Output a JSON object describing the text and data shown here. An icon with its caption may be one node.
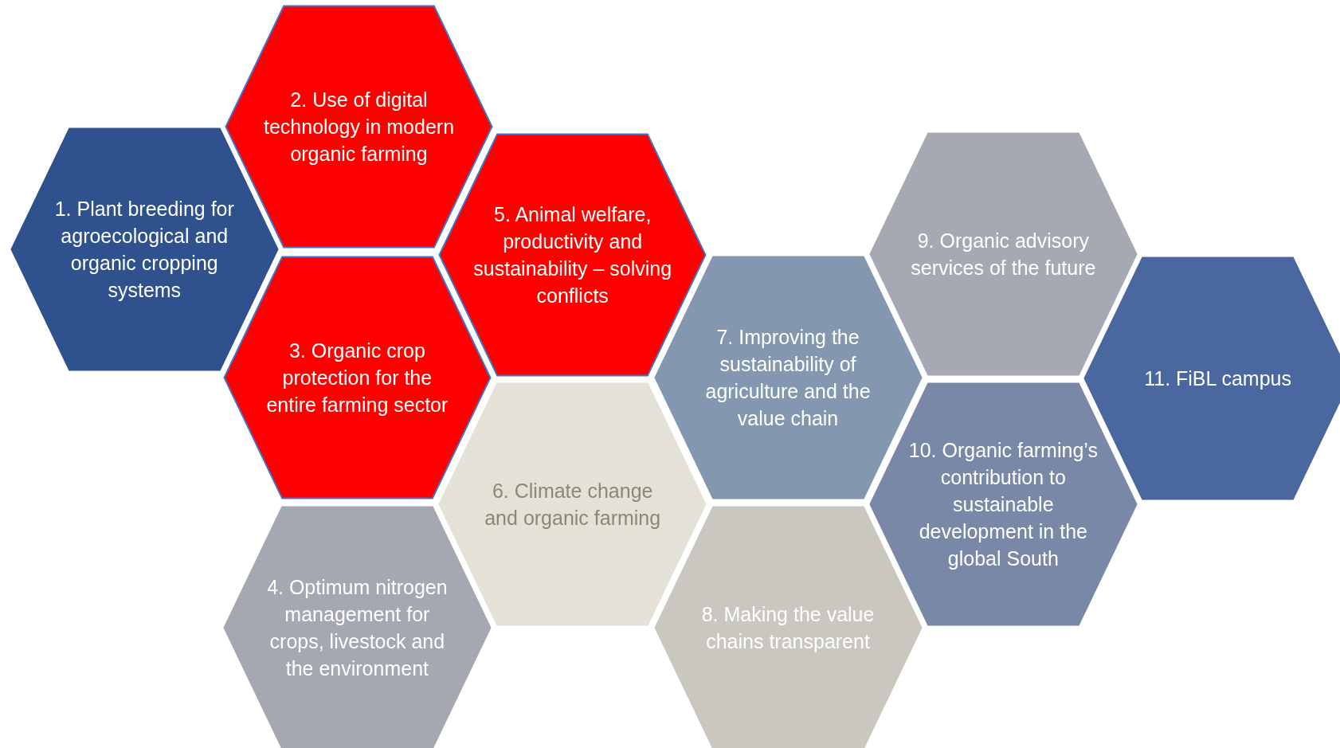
{
  "diagram": {
    "nodes": [
      {
        "text": [
          "1. Plant breeding for agroecological and organic cropping systems"
        ]
      },
      {
        "text": [
          "2. Use of digital technology in modern organic farming"
        ]
      },
      {
        "text": [
          "3. Organic crop protection for the entire farming sector"
        ]
      },
      {
        "text": [
          "4. Optimum nitrogen management for crops, livestock and the environment"
        ]
      },
      {
        "text": [
          "5. Animal welfare, productivity and sustainability – solving conflicts"
        ]
      },
      {
        "text": [
          "6. Climate change and organic farming"
        ]
      },
      {
        "text": [
          "7. Improving the sustainability of agriculture and the value chain"
        ]
      },
      {
        "text": [
          "8. Making the value chains transparent"
        ]
      },
      {
        "text": [
          "9. Organic advisory services of the future"
        ]
      },
      {
        "text": [
          "10. Organic farming’s contribution to sustainable development in the global South"
        ]
      },
      {
        "text": [
          "11. FiBL campus"
        ]
      }
    ]
  }
}
